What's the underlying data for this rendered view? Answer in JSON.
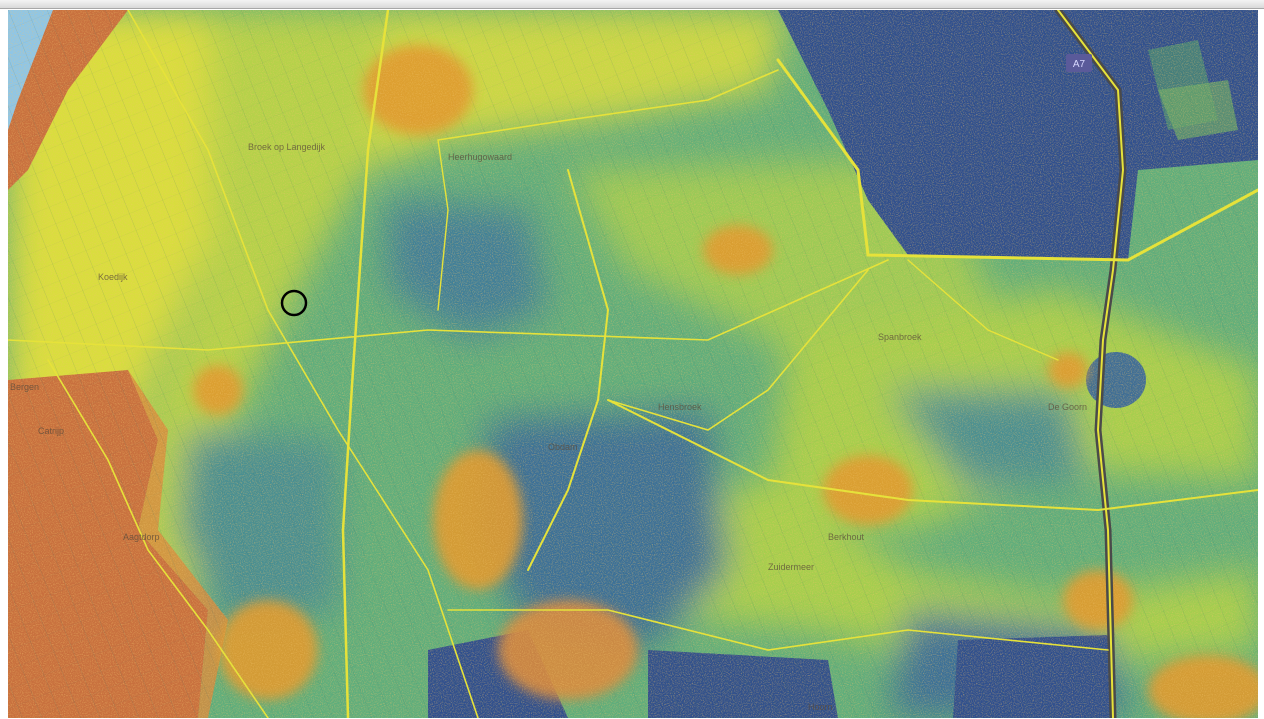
{
  "map": {
    "road_shield": "A7",
    "labels": {
      "bergen": "Bergen",
      "catrijp": "Catrijp",
      "aagtdorp": "Aagtdorp",
      "koedijk": "Koedijk",
      "broek": "Broek op Langedijk",
      "heerhugowaard": "Heerhugowaard",
      "obdam": "Obdam",
      "hensbroek": "Hensbroek",
      "spanbroek": "Spanbroek",
      "zuidermeer": "Zuidermeer",
      "berkhout": "Berkhout",
      "de_goorn": "De Goorn",
      "hoorn": "Hoorn"
    },
    "colors": {
      "low": "#2b4c8c",
      "mid_low": "#3f7f99",
      "mid": "#5fae7c",
      "mid_high": "#a6cf4d",
      "high": "#e8e33a",
      "built": "#e09a2e",
      "dune": "#c8703e",
      "sea": "#8ec6e8"
    }
  }
}
